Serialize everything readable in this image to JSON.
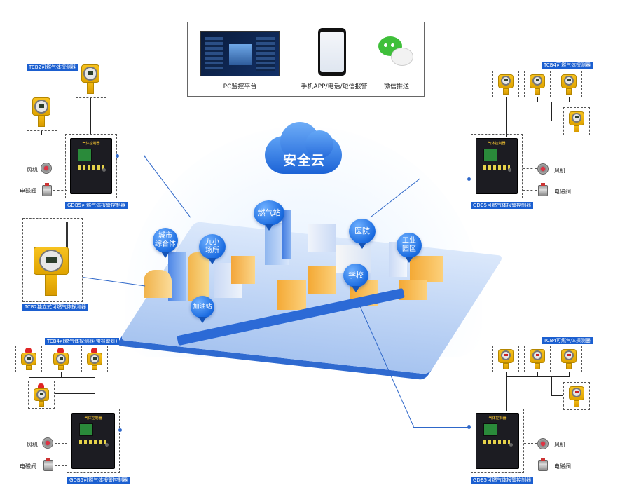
{
  "top_panel": {
    "items": [
      {
        "caption": "PC监控平台",
        "icon": "monitor-dashboard"
      },
      {
        "caption": "手机APP/电话/短信报警",
        "icon": "smartphone"
      },
      {
        "caption": "微信推送",
        "icon": "wechat-logo"
      }
    ]
  },
  "cloud": {
    "label": "安全云"
  },
  "city_pins": [
    {
      "label": "城市\n综合体"
    },
    {
      "label": "九小\n场所"
    },
    {
      "label": "燃气站"
    },
    {
      "label": "医院"
    },
    {
      "label": "工业\n园区"
    },
    {
      "label": "学校"
    },
    {
      "label": "加油站"
    }
  ],
  "groups": {
    "top_left": {
      "sensor_label": "TCB2可燃气体探测器",
      "controller_label": "GDB5可燃气体报警控制器",
      "fan_label": "风机",
      "valve_label": "电磁阀"
    },
    "mid_left": {
      "sensor_label": "TCB2独立式可燃气体探测器"
    },
    "bottom_left": {
      "sensor_label": "TCB4可燃气体探测器(带报警灯)",
      "controller_label": "GDB5可燃气体报警控制器",
      "fan_label": "风机",
      "valve_label": "电磁阀"
    },
    "top_right": {
      "sensor_label": "TCB4可燃气体探测器",
      "controller_label": "GDB5可燃气体报警控制器",
      "fan_label": "风机",
      "valve_label": "电磁阀"
    },
    "bottom_right": {
      "sensor_label": "TCB4可燃气体探测器",
      "controller_label": "GDB5可燃气体报警控制器",
      "fan_label": "风机",
      "valve_label": "电磁阀"
    }
  },
  "controller_screen_title": "气体控制器",
  "colors": {
    "accent": "#1b5fd0",
    "pin": "#1a6be0",
    "sensor": "#f2b816"
  }
}
